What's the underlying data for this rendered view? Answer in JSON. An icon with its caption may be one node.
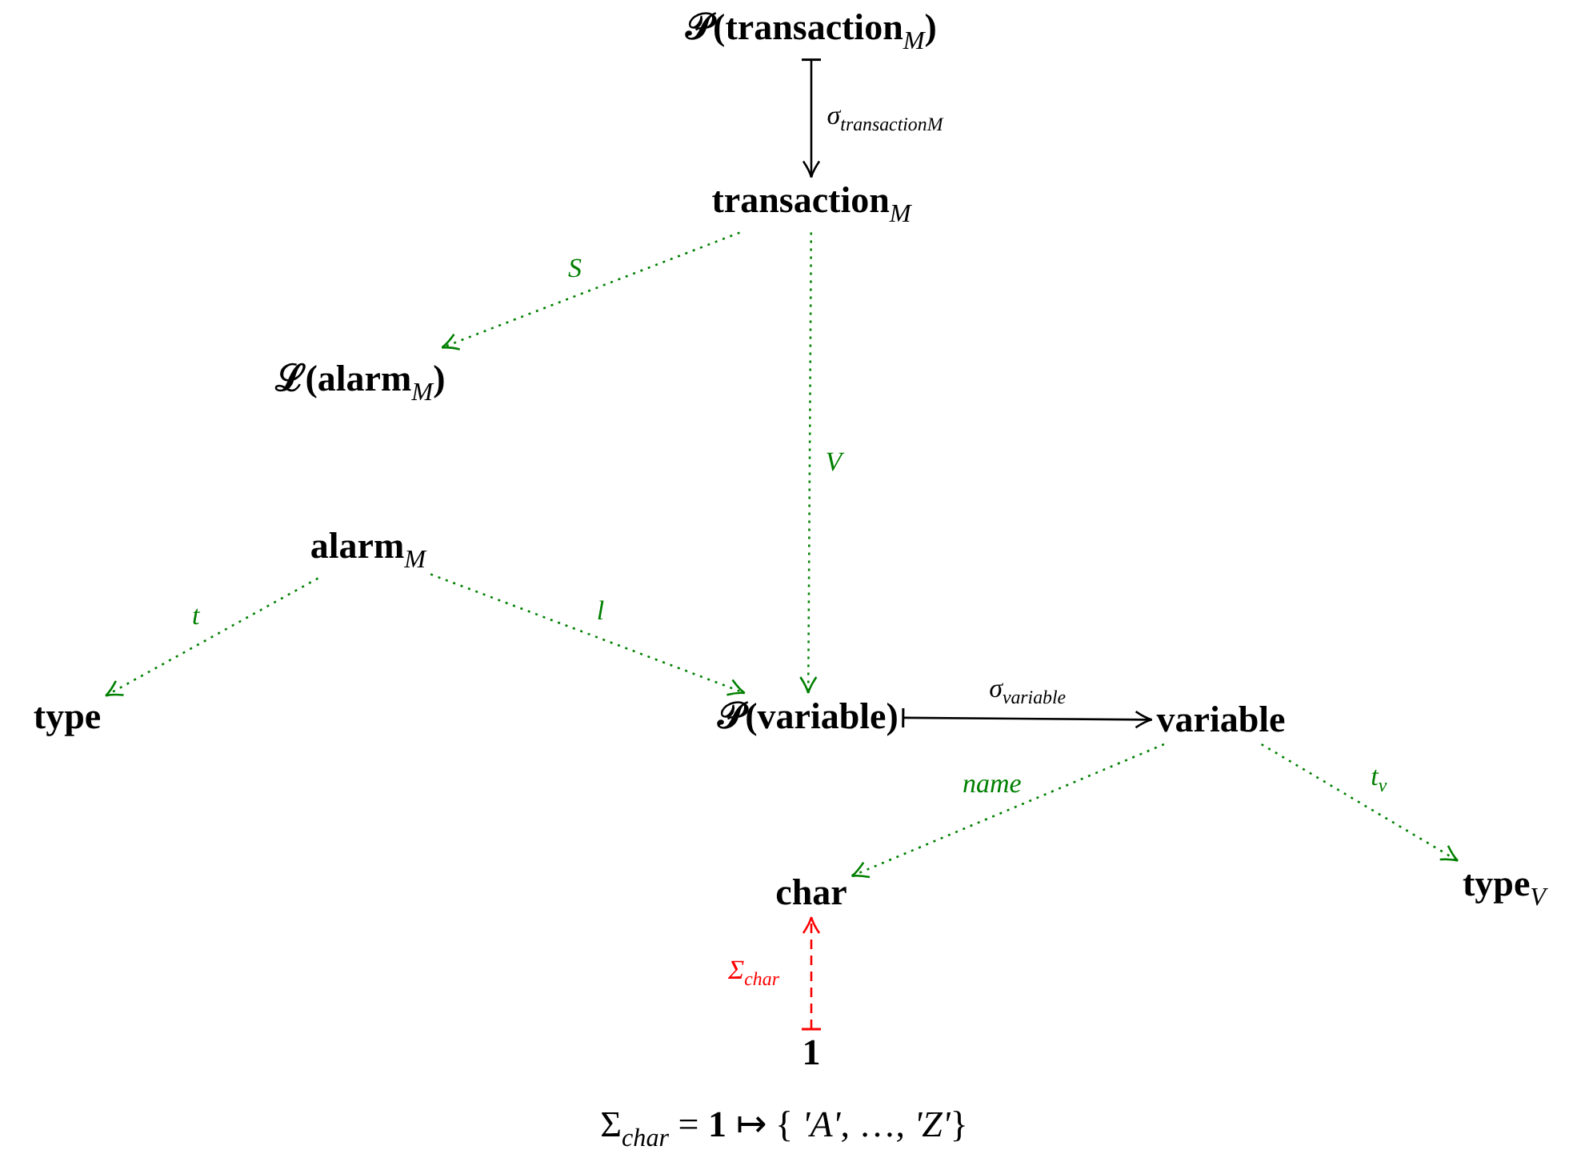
{
  "diagram": {
    "nodes": [
      {
        "text": [
          "𝒫(transaction$_{M}$)"
        ]
      },
      {
        "text": [
          "transaction$_{M}$"
        ]
      },
      {
        "text": [
          "ℒ(alarm$_{M}$)"
        ]
      },
      {
        "text": [
          "alarm$_{M}$"
        ]
      },
      {
        "text": [
          "type"
        ]
      },
      {
        "text": [
          "𝒫(variable)"
        ]
      },
      {
        "text": [
          "variable"
        ]
      },
      {
        "text": [
          "char"
        ]
      },
      {
        "text": [
          "type$_{V}$"
        ]
      },
      {
        "text": [
          "1"
        ]
      }
    ],
    "edges": [
      {
        "from": 0,
        "to": 1,
        "arrow": "to",
        "label": "σ$_{transaction}$$_{M}$",
        "color": "#000000"
      },
      {
        "from": 1,
        "to": 2,
        "arrow": "to",
        "label": "S",
        "style": "dashed"
      },
      {
        "from": 1,
        "to": 5,
        "arrow": "to",
        "label": "V",
        "style": "dashed"
      },
      {
        "from": 3,
        "to": 4,
        "arrow": "to",
        "label": "t",
        "style": "dashed"
      },
      {
        "from": 3,
        "to": 5,
        "arrow": "to",
        "label": "l",
        "style": "dashed"
      },
      {
        "from": 5,
        "to": 6,
        "arrow": "to",
        "label": "σ$_{variable}$",
        "color": "#000000"
      },
      {
        "from": 6,
        "to": 7,
        "arrow": "to",
        "label": "name",
        "style": "dashed"
      },
      {
        "from": 6,
        "to": 8,
        "arrow": "to",
        "label": "t$_{v}$",
        "style": "dashed"
      },
      {
        "from": 9,
        "to": 7,
        "arrow": "to",
        "label": "Σ$_{char}$",
        "style": "dashed",
        "color": "#ff0000"
      }
    ],
    "caption": "Σ$_{char}$ = **1** ↦ { *'A'*, …, *'Z'*}"
  }
}
